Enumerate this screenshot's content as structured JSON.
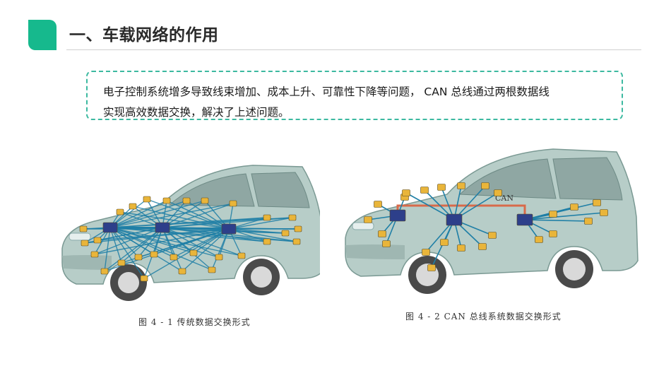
{
  "header": {
    "title": "一、车载网络的作用",
    "accent_color": "#16b98d"
  },
  "callout": {
    "line1": "电子控制系统增多导致线束增加、成本上升、可靠性下降等问题， CAN 总线通过两根数据线",
    "line2": "实现高效数据交换，解决了上述问题。",
    "border_color": "#3cb9a0"
  },
  "figures": [
    {
      "caption": "图 4 - 1    传统数据交换形式",
      "icon": "car-point-to-point-wiring"
    },
    {
      "caption": "图 4 - 2    CAN 总线系统数据交换形式",
      "bus_label": "CAN",
      "icon": "car-can-bus-wiring"
    }
  ],
  "colors": {
    "body": "#a9c3bd",
    "wire": "#1f7fa6",
    "ecu": "#2d3f8a",
    "sensor": "#e9b53a",
    "bus": "#d86a4a"
  }
}
